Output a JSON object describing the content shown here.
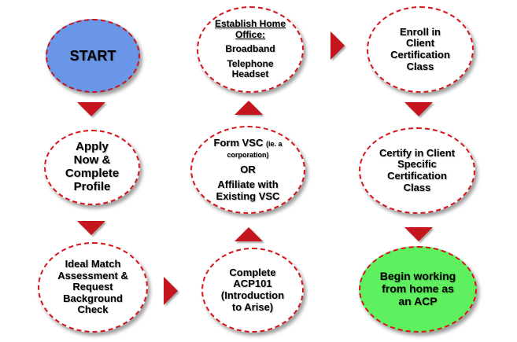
{
  "nodes": {
    "start": "START",
    "apply": [
      "Apply",
      "Now &",
      "Complete",
      "Profile"
    ],
    "ideal_match": [
      "Ideal Match",
      "Assessment &",
      "Request",
      "Background",
      "Check"
    ],
    "home_office": {
      "heading": [
        "Establish Home",
        "Office:"
      ],
      "items": [
        "Broadband",
        "Telephone",
        "Headset"
      ]
    },
    "form_vsc": {
      "line1": "Form VSC",
      "note": "(ie. a corporation)",
      "or": "OR",
      "line2": [
        "Affiliate with",
        "Existing VSC"
      ]
    },
    "complete_acp": [
      "Complete",
      "ACP101",
      "(Introduction",
      "to Arise)"
    ],
    "enroll": [
      "Enroll in",
      "Client",
      "Certification",
      "Class"
    ],
    "certify": [
      "Certify in Client",
      "Specific",
      "Certification",
      "Class"
    ],
    "begin": [
      "Begin working",
      "from home as",
      "an ACP"
    ]
  },
  "colors": {
    "start_fill": "#6a96e8",
    "begin_fill": "#5ff05f",
    "node_fill": "#ffffff",
    "border": "#d8141a",
    "arrow": "#c4161c"
  }
}
